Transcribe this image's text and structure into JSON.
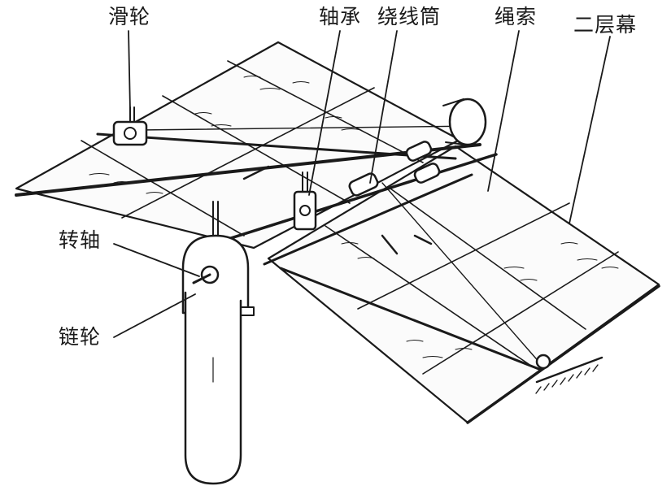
{
  "labels": {
    "pulley": "滑轮",
    "bearing": "轴承",
    "winding_drum": "绕线筒",
    "rope": "绳索",
    "second_layer_curtain": "二层幕",
    "rotating_shaft": "转轴",
    "sprocket": "链轮"
  },
  "colors": {
    "ink": "#1a1a1a",
    "background": "#ffffff"
  }
}
